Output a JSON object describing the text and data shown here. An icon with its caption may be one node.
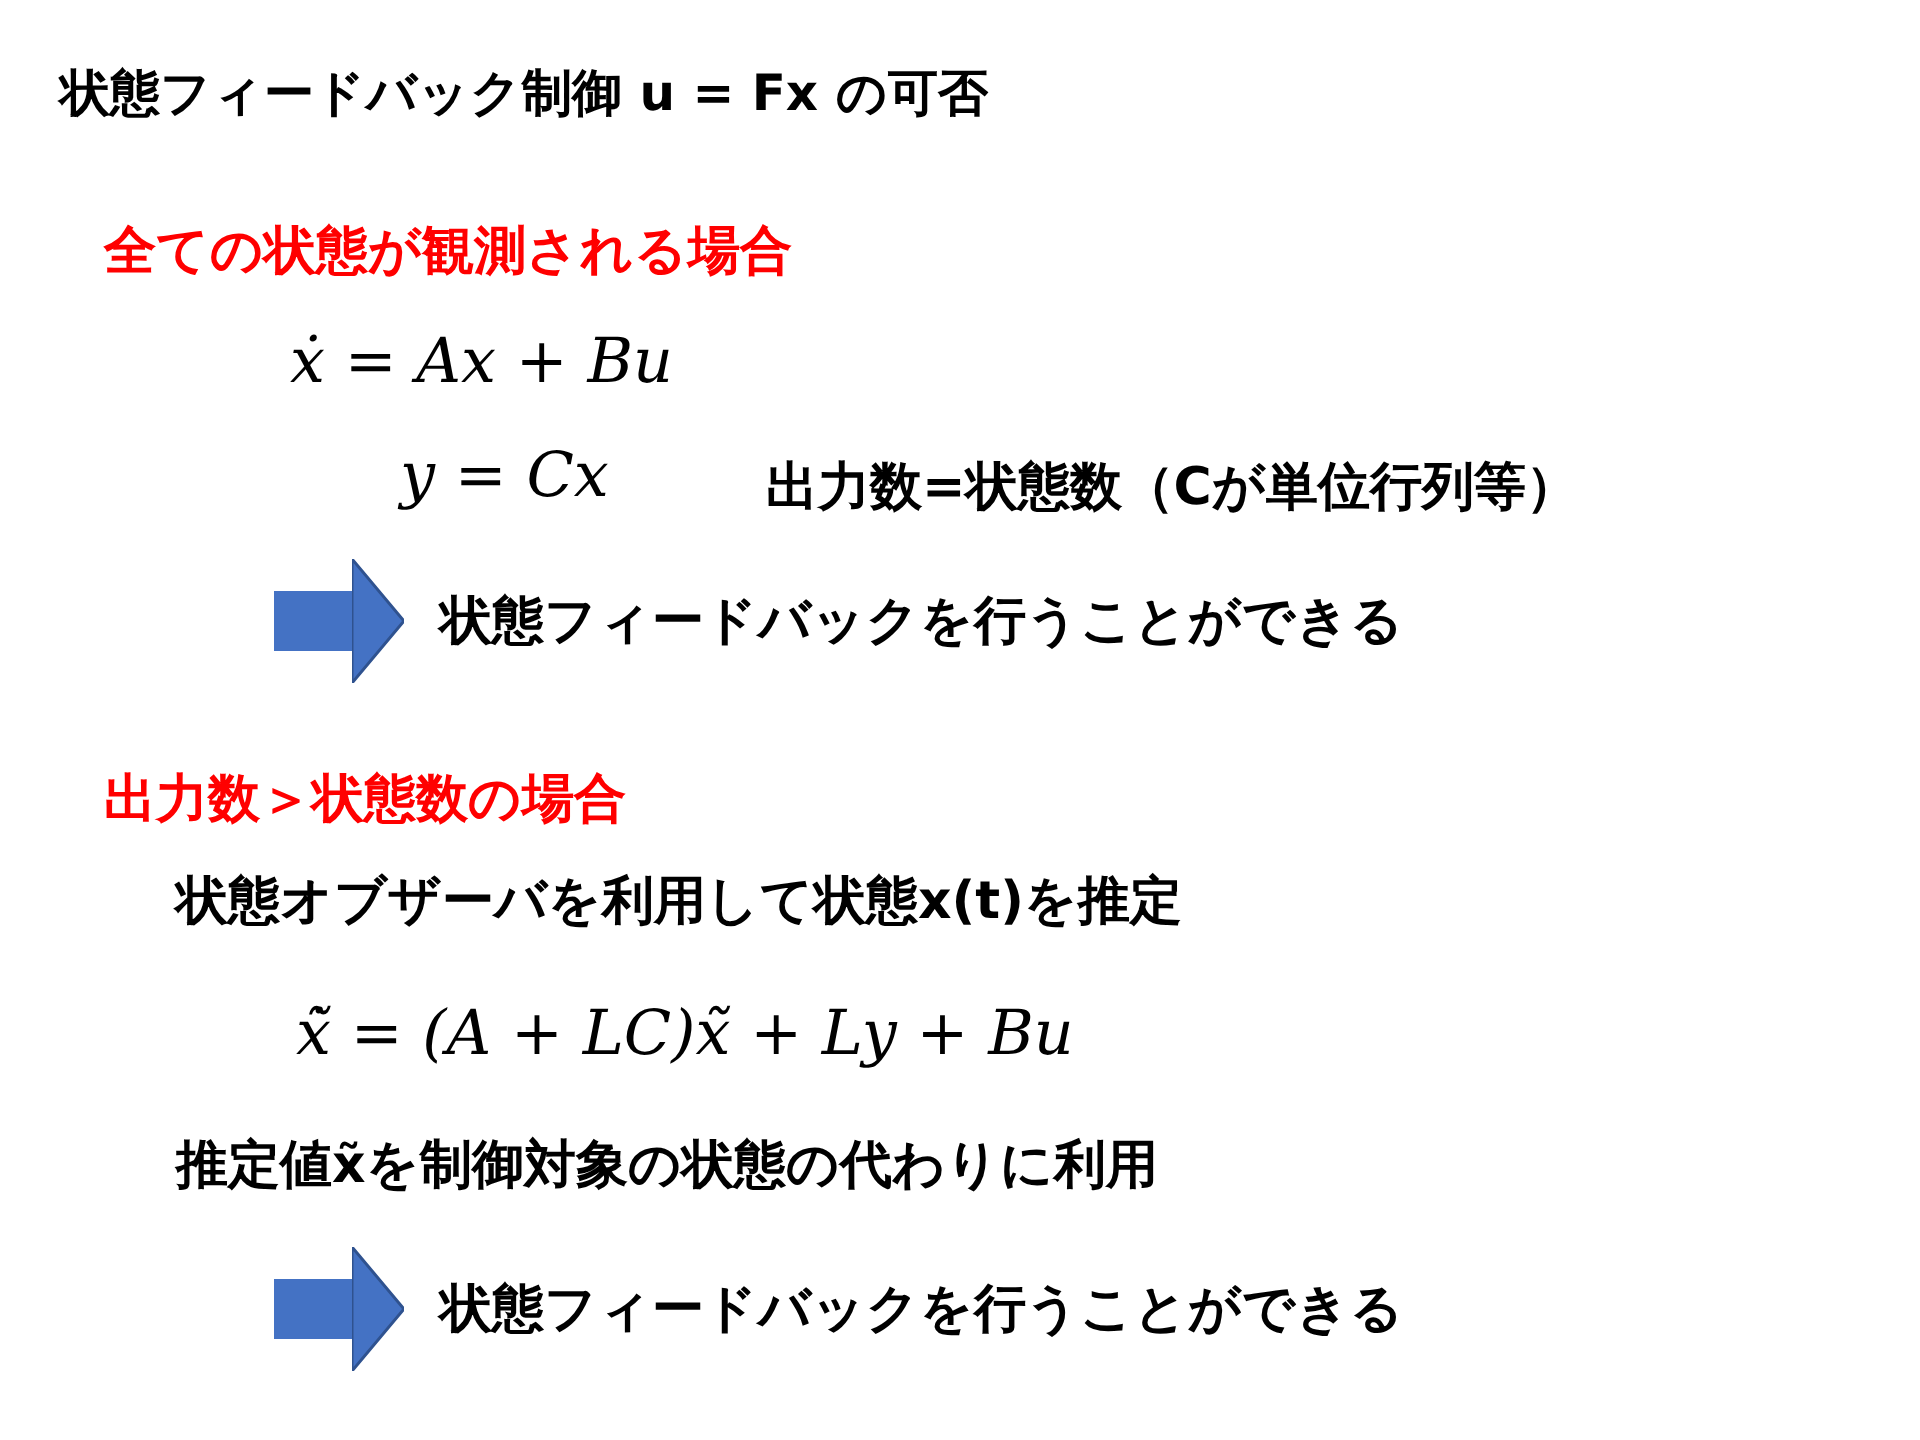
{
  "diagram": {
    "title": "状態フィードバック制御 u = Fx の可否",
    "nodes": [
      {
        "text": [
          "状態フィードバックを行うことができる"
        ]
      },
      {
        "text": [
          "状態フィードバックを行うことができる"
        ]
      }
    ],
    "edges": [
      {
        "from": null,
        "to": 0,
        "arrow": "to"
      },
      {
        "from": null,
        "to": 1,
        "arrow": "to"
      }
    ],
    "labels": [
      "全ての状態が観測される場合",
      "ẋ = Ax + Bu",
      "y = Cx",
      "出力数=状態数（Cが単位行列等）",
      "出力数＞状態数の場合",
      "状態オブザーバを利用して状態x(t)を推定",
      "x̃̇  = (A + LC)x̃ + Ly + Bu",
      "推定値x̃を制御対象の状態の代わりに利用"
    ]
  }
}
